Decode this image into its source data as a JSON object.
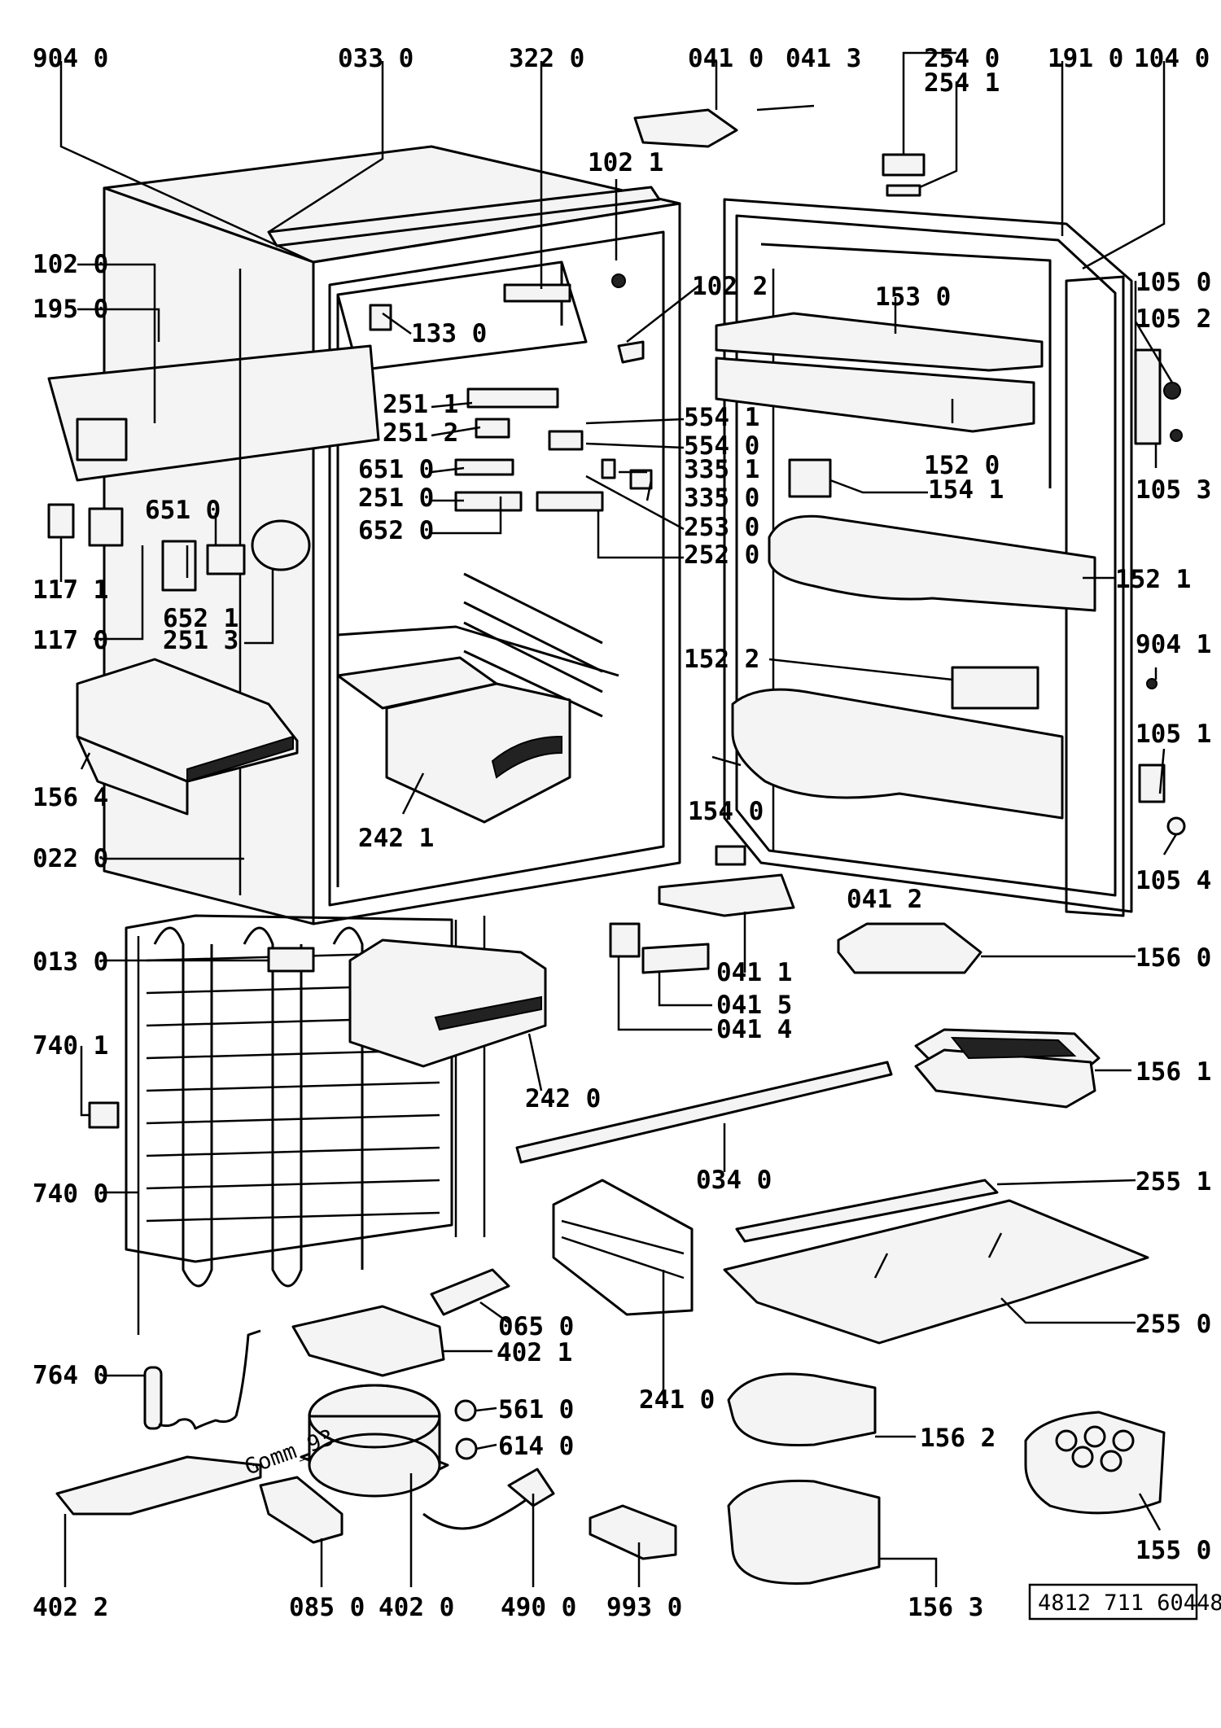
{
  "labels": {
    "l9040": "904 0",
    "l0330": "033 0",
    "l3220": "322 0",
    "l0410": "041 0",
    "l0413": "041 3",
    "l2540": "254 0",
    "l2541": "254 1",
    "l1910": "191 0",
    "l1040": "104 0",
    "l1021": "102 1",
    "l1020": "102 0",
    "l1022": "102 2",
    "l1950": "195 0",
    "l1330": "133 0",
    "l1530": "153 0",
    "l1050": "105 0",
    "l1052": "105 2",
    "l2511": "251 1",
    "l5541": "554 1",
    "l2512": "251 2",
    "l5540": "554 0",
    "l6510a": "651 0",
    "l3351": "335 1",
    "l2510": "251 0",
    "l3350": "335 0",
    "l6520": "652 0",
    "l2530": "253 0",
    "l2520": "252 0",
    "l1520": "152 0",
    "l1541": "154 1",
    "l1053": "105 3",
    "l6510b": "651 0",
    "l1171": "117 1",
    "l6521": "652 1",
    "l1170": "117 0",
    "l2513": "251 3",
    "l1521": "152 1",
    "l9041": "904 1",
    "l1522": "152 2",
    "l1051": "105 1",
    "l1564": "156 4",
    "l2421": "242 1",
    "l1540": "154 0",
    "l0220": "022 0",
    "l1054": "105 4",
    "l0412": "041 2",
    "l0130": "013 0",
    "l1560": "156 0",
    "l0411": "041 1",
    "l0415": "041 5",
    "l0414": "041 4",
    "l7401": "740 1",
    "l2420": "242 0",
    "l1561": "156 1",
    "l0340": "034 0",
    "l7400": "740 0",
    "l2551": "255 1",
    "l0650": "065 0",
    "l4021": "402 1",
    "l2550": "255 0",
    "l7640": "764 0",
    "l5610": "561 0",
    "l2410": "241 0",
    "l6140": "614 0",
    "l1562": "156 2",
    "l1550": "155 0",
    "l4022": "402 2",
    "l0850": "085 0",
    "l4020": "402 0",
    "l4900": "490 0",
    "l9930": "993 0",
    "l1563": "156 3"
  },
  "reference_code": "4812 711 60448",
  "compressor_mark": "Gomm_93"
}
